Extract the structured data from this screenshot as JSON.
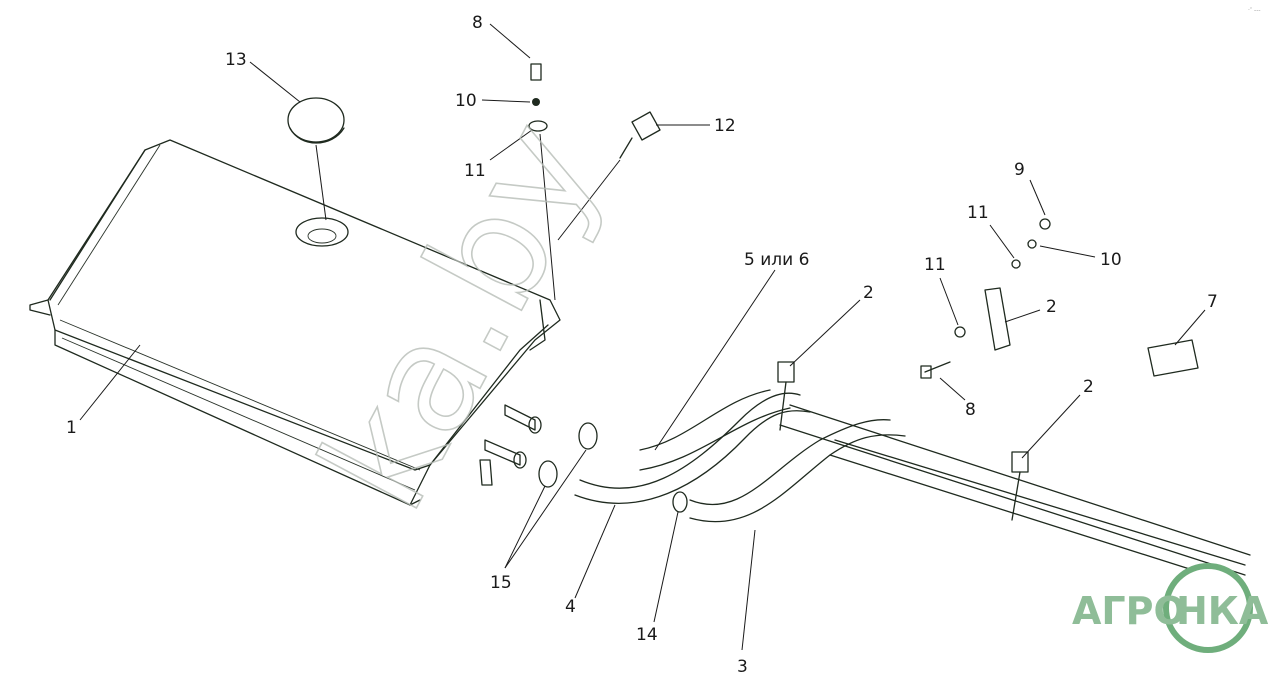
{
  "watermark": {
    "text": "ka.by"
  },
  "logo": {
    "left": "АГРО",
    "right": "НКА",
    "color": "#8fbd98",
    "ring": "#6fae7c"
  },
  "corner_mark": "·″ ---",
  "colors": {
    "part_fill": "#e3ede3",
    "outline": "#1f2a1f"
  },
  "callouts": [
    {
      "id": "c1",
      "text": "1"
    },
    {
      "id": "c2a",
      "text": "2"
    },
    {
      "id": "c2b",
      "text": "2"
    },
    {
      "id": "c2c",
      "text": "2"
    },
    {
      "id": "c3",
      "text": "3"
    },
    {
      "id": "c4",
      "text": "4"
    },
    {
      "id": "c56",
      "text": "5 или 6"
    },
    {
      "id": "c7",
      "text": "7"
    },
    {
      "id": "c8a",
      "text": "8"
    },
    {
      "id": "c8b",
      "text": "8"
    },
    {
      "id": "c9",
      "text": "9"
    },
    {
      "id": "c10a",
      "text": "10"
    },
    {
      "id": "c10b",
      "text": "10"
    },
    {
      "id": "c11a",
      "text": "11"
    },
    {
      "id": "c11b",
      "text": "11"
    },
    {
      "id": "c11c",
      "text": "11"
    },
    {
      "id": "c12",
      "text": "12"
    },
    {
      "id": "c13",
      "text": "13"
    },
    {
      "id": "c14",
      "text": "14"
    },
    {
      "id": "c15",
      "text": "15"
    }
  ]
}
